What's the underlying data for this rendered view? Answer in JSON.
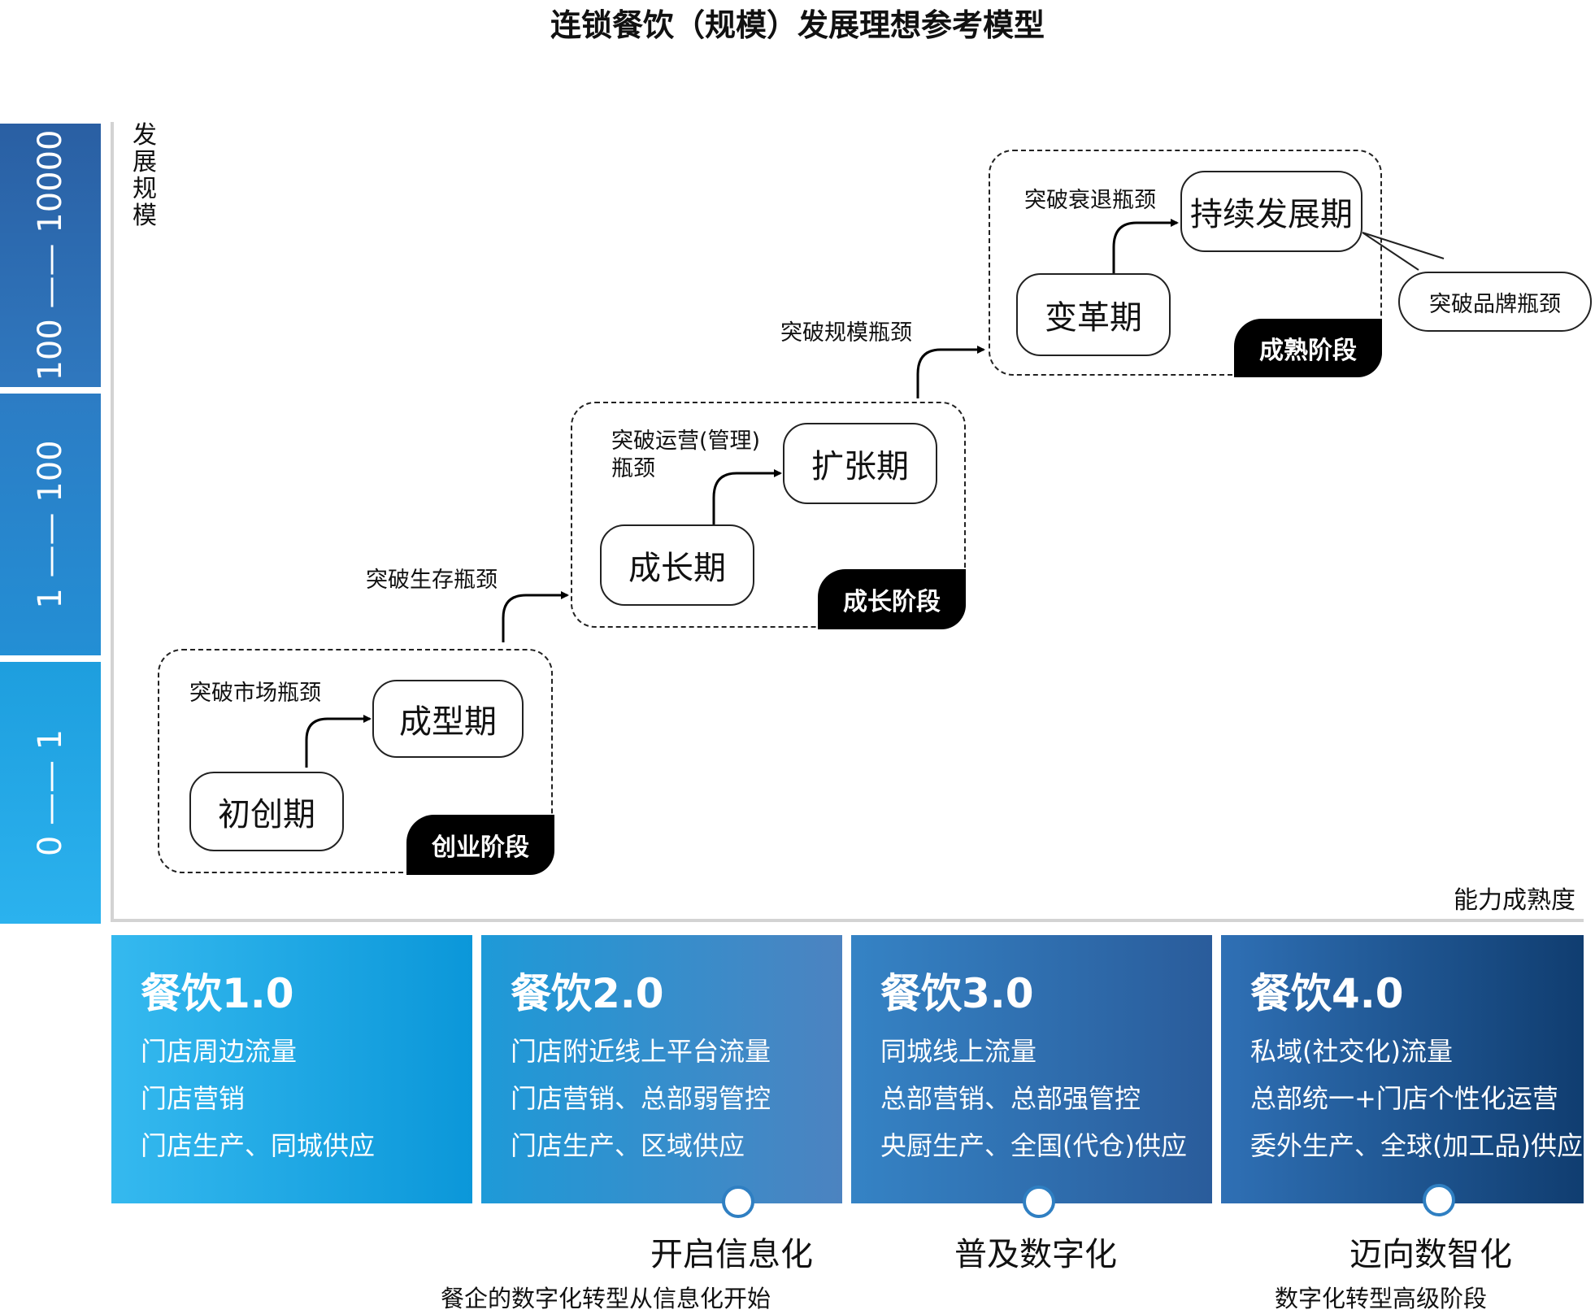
{
  "title": "连锁餐饮（规模）发展理想参考模型",
  "y_axis_label": "发展规模",
  "x_axis_label": "能力成熟度",
  "scale_bands": [
    "100 —— 10000",
    "1 —— 100",
    "0 —— 1"
  ],
  "stages": [
    {
      "tag": "创业阶段",
      "periods": [
        "初创期",
        "成型期"
      ],
      "inner_bottleneck": "突破市场瓶颈"
    },
    {
      "tag": "成长阶段",
      "periods": [
        "成长期",
        "扩张期"
      ],
      "inner_bottleneck": "突破运营(管理)\n瓶颈"
    },
    {
      "tag": "成熟阶段",
      "periods": [
        "变革期",
        "持续发展期"
      ],
      "inner_bottleneck": "突破衰退瓶颈"
    }
  ],
  "between_bottlenecks": [
    "突破生存瓶颈",
    "突破规模瓶颈"
  ],
  "callout": "突破品牌瓶颈",
  "cards": [
    {
      "title": "餐饮1.0",
      "lines": [
        "门店周边流量",
        "门店营销",
        "门店生产、同城供应"
      ],
      "gradient": [
        "#35b8ee",
        "#0a96d8"
      ]
    },
    {
      "title": "餐饮2.0",
      "lines": [
        "门店附近线上平台流量",
        "门店营销、总部弱管控",
        "门店生产、区域供应"
      ],
      "gradient": [
        "#1f9ad8",
        "#4b82bf"
      ]
    },
    {
      "title": "餐饮3.0",
      "lines": [
        "同城线上流量",
        "总部营销、总部强管控",
        "央厨生产、全国(代仓)供应"
      ],
      "gradient": [
        "#3582c4",
        "#2a5d9c"
      ]
    },
    {
      "title": "餐饮4.0",
      "lines": [
        "私域(社交化)流量",
        "总部统一+门店个性化运营",
        "委外生产、全球(加工品)供应"
      ],
      "gradient": [
        "#2f70b5",
        "#113f72"
      ]
    }
  ],
  "milestones": [
    {
      "title": "开启信息化",
      "desc": "餐企的数字化转型从信息化开始"
    },
    {
      "title": "普及数字化",
      "desc": ""
    },
    {
      "title": "迈向数智化",
      "desc": "数字化转型高级阶段"
    }
  ],
  "colors": {
    "band_top": "#2a63a8",
    "band_mid": "#2788cf",
    "band_bottom": "#1da6e6",
    "stage_tag": "#000000"
  }
}
